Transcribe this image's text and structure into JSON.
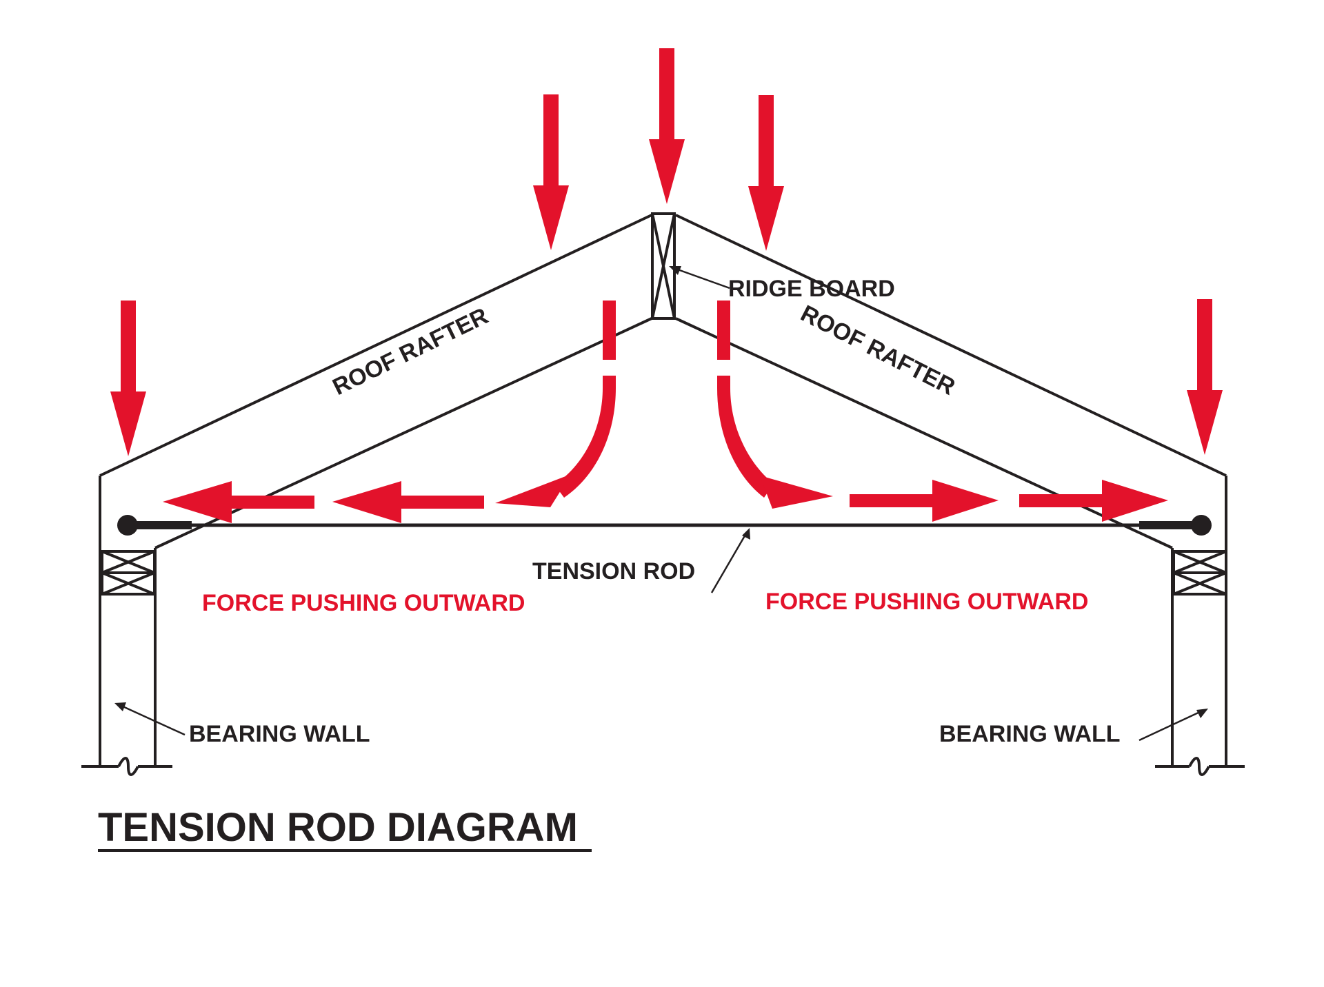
{
  "labels": {
    "roof_rafter_left": "ROOF RAFTER",
    "roof_rafter_right": "ROOF RAFTER",
    "ridge_board": "RIDGE BOARD",
    "tension_rod": "TENSION ROD",
    "force_left": "FORCE PUSHING OUTWARD",
    "force_right": "FORCE PUSHING OUTWARD",
    "bearing_wall_left": "BEARING WALL",
    "bearing_wall_right": "BEARING WALL",
    "title": "TENSION ROD DIAGRAM"
  },
  "colors": {
    "force": "#e3122b",
    "structure": "#231f20",
    "background": "#ffffff"
  }
}
